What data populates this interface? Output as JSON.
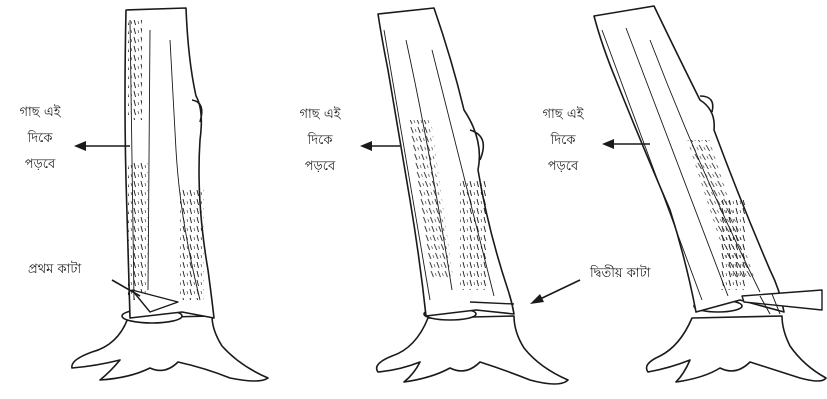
{
  "panels": [
    {
      "fall_label": [
        "গাছ এই",
        "দিকে",
        "পড়বে"
      ],
      "cut_label": "প্রথম কাটা"
    },
    {
      "fall_label": [
        "গাছ এই",
        "দিকে",
        "পড়বে"
      ],
      "cut_label": "দ্বিতীয় কাটা"
    },
    {
      "fall_label": [
        "গাছ এই",
        "দিকে",
        "পড়বে"
      ]
    }
  ],
  "colors": {
    "ink": "#1a1a1a",
    "paper": "#ffffff"
  }
}
